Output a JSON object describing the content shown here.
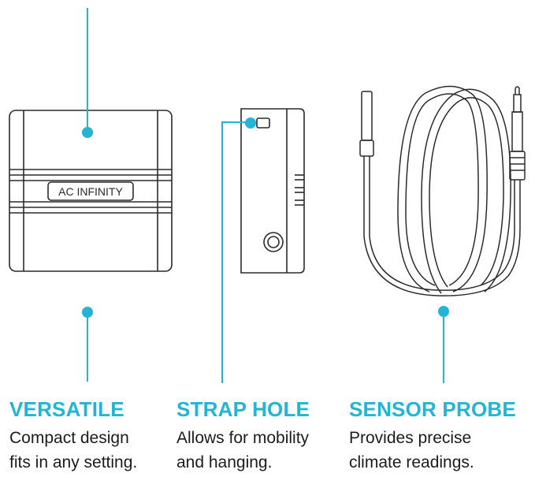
{
  "accent_color": "#23b4d6",
  "product": {
    "brand_label": "AC INFINITY"
  },
  "features": [
    {
      "title": "VERSATILE",
      "line1": "Compact design",
      "line2": "fits in any setting."
    },
    {
      "title": "STRAP HOLE",
      "line1": "Allows for mobility",
      "line2": "and hanging."
    },
    {
      "title": "SENSOR PROBE",
      "line1": "Provides precise",
      "line2": "climate readings."
    }
  ]
}
